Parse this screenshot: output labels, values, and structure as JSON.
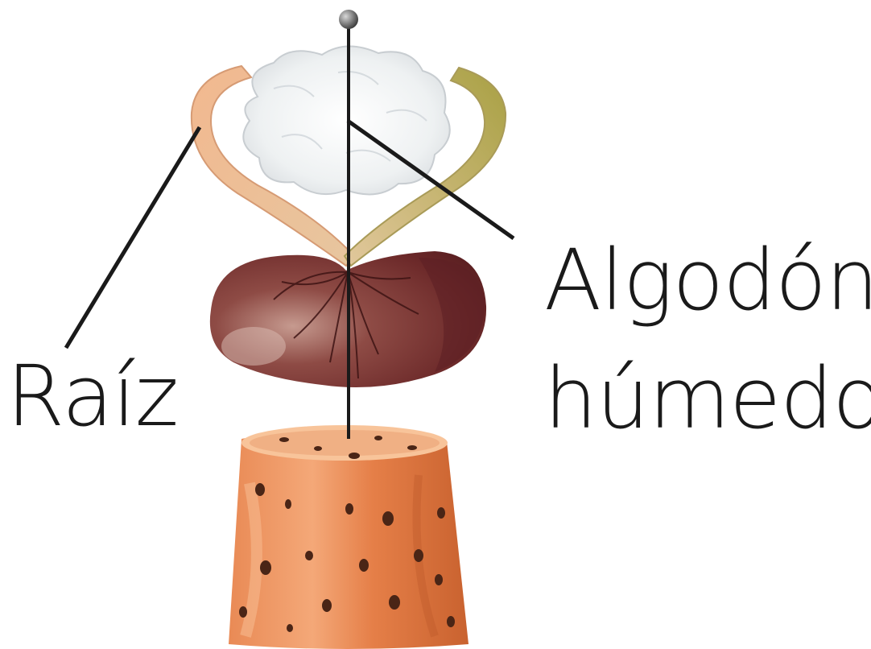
{
  "labels": {
    "root": "Raíz",
    "cotton_line1": "Algodón",
    "cotton_line2": "húmedo"
  }
}
